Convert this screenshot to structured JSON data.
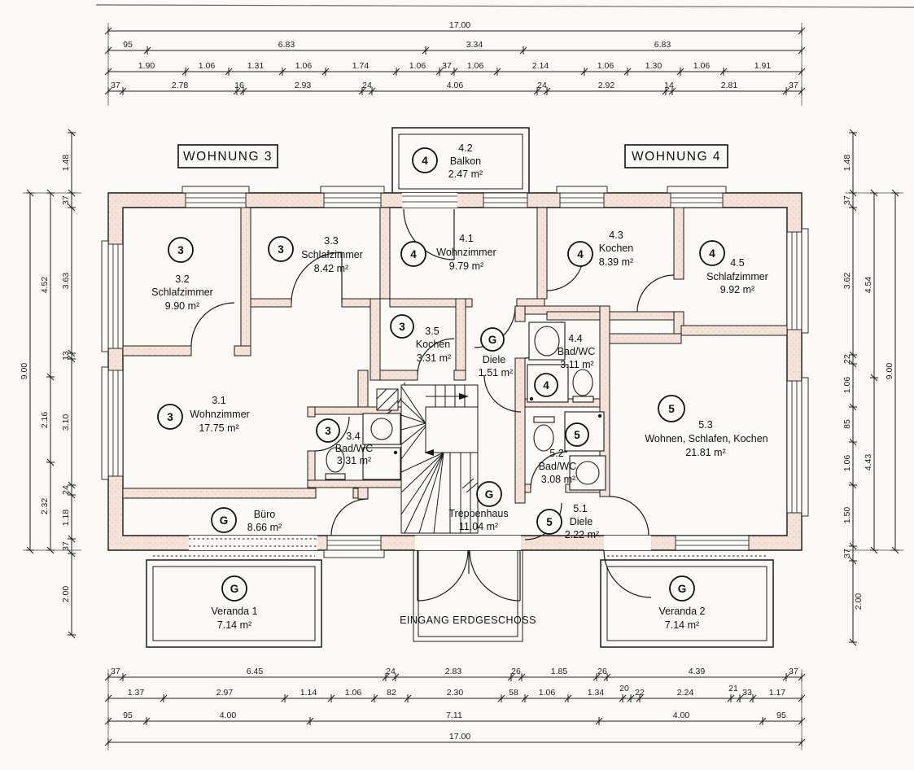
{
  "headers": {
    "left": "WOHNUNG 3",
    "right": "WOHNUNG 4"
  },
  "entrance_label": "EINGANG ERDGESCHOSS",
  "rooms": [
    {
      "num": "4.2",
      "badge": "4",
      "name": "Balkon",
      "area": "2.47 m²"
    },
    {
      "num": "3.2",
      "badge": "3",
      "name": "Schlafzimmer",
      "area": "9.90 m²"
    },
    {
      "num": "3.3",
      "badge": "3",
      "name": "Schlafzimmer",
      "area": "8.42 m²"
    },
    {
      "num": "4.1",
      "badge": "4",
      "name": "Wohnzimmer",
      "area": "9.79 m²"
    },
    {
      "num": "4.3",
      "badge": "4",
      "name": "Kochen",
      "area": "8.39 m²"
    },
    {
      "num": "4.5",
      "badge": "4",
      "name": "Schlafzimmer",
      "area": "9.92 m²"
    },
    {
      "num": "3.5",
      "badge": "3",
      "name": "Kochen",
      "area": "3.31 m²"
    },
    {
      "num": "",
      "badge": "G",
      "name": "Diele",
      "area": "1.51 m²"
    },
    {
      "num": "4.4",
      "badge": "4",
      "name": "Bad/WC",
      "area": "3.11 m²"
    },
    {
      "num": "3.1",
      "badge": "3",
      "name": "Wohnzimmer",
      "area": "17.75 m²"
    },
    {
      "num": "3.4",
      "badge": "3",
      "name": "Bad/WC",
      "area": "3.31 m²"
    },
    {
      "num": "5.2",
      "badge": "5",
      "name": "Bad/WC",
      "area": "3.08 m²"
    },
    {
      "num": "5.3",
      "badge": "5",
      "name": "Wohnen, Schlafen, Kochen",
      "area": "21.81 m²"
    },
    {
      "num": "",
      "badge": "G",
      "name": "Büro",
      "area": "8.66 m²"
    },
    {
      "num": "",
      "badge": "G",
      "name": "Treppenhaus",
      "area": "11.04 m²"
    },
    {
      "num": "5.1",
      "badge": "5",
      "name": "Diele",
      "area": "2.22 m²"
    },
    {
      "num": "",
      "badge": "G",
      "name": "Veranda 1",
      "area": "7.14 m²"
    },
    {
      "num": "",
      "badge": "G",
      "name": "Veranda 2",
      "area": "7.14 m²"
    }
  ],
  "dims": {
    "top": {
      "r1": [
        "17.00"
      ],
      "r2": [
        "95",
        "6.83",
        "3.34",
        "6.83"
      ],
      "r3": [
        "1.90",
        "1.06",
        "1.31",
        "1.06",
        "1.74",
        "1.06",
        "37",
        "1.06",
        "2.14",
        "1.06",
        "1.30",
        "1.06",
        "1.91"
      ],
      "r4": [
        "37",
        "2.78",
        "16",
        "2.93",
        "24",
        "4.06",
        "24",
        "2.92",
        "14",
        "2.81",
        "37"
      ]
    },
    "bottom": {
      "r1": [
        "37",
        "6.45",
        "24",
        "2.83",
        "26",
        "1.85",
        "26",
        "4.39",
        "37"
      ],
      "r2": [
        "1.37",
        "2.97",
        "1.14",
        "1.06",
        "82",
        "2.30",
        "58",
        "1.06",
        "1.34",
        "20",
        "22",
        "2.24",
        "21",
        "33",
        "1.17"
      ],
      "r3": [
        "95",
        "4.00",
        "7.11",
        "4.00",
        "95"
      ],
      "r4": [
        "17.00"
      ]
    },
    "left": {
      "outer": [
        "9.00"
      ],
      "middle": [
        "4.52",
        "2.16",
        "2.32"
      ],
      "inner": [
        "1.48",
        "37",
        "3.63",
        "13",
        "3.10",
        "24",
        "1.18",
        "37",
        "2.00"
      ]
    },
    "right": {
      "outer": [
        "9.00"
      ],
      "middle": [
        "4.54",
        "4.43"
      ],
      "inner": [
        "1.48",
        "37",
        "3.62",
        "22",
        "1.06",
        "85",
        "1.06",
        "1.50",
        "37",
        "2.00"
      ]
    }
  },
  "colors": {
    "wall_fill": "#f5e2d8",
    "line": "#1b1b1b",
    "paper": "#fbfaf7"
  }
}
